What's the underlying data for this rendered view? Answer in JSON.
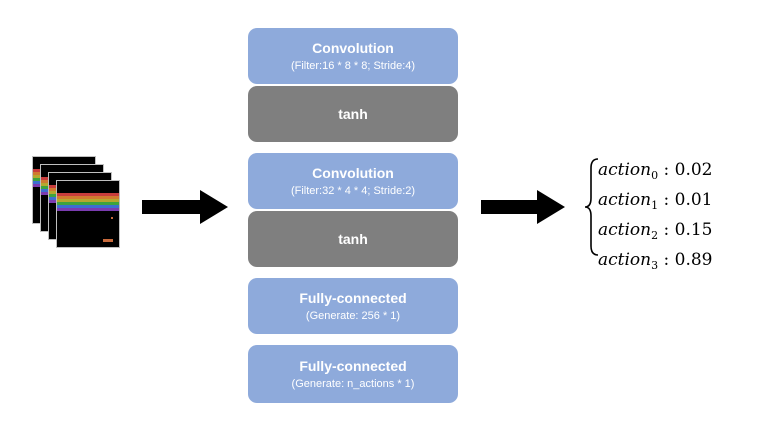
{
  "layers": [
    {
      "title": "Convolution",
      "sub": "(Filter:16 * 8 * 8; Stride:4)",
      "color": "#8eaadb"
    },
    {
      "title": "tanh",
      "sub": "",
      "color": "#7f7f7f"
    },
    {
      "title": "Convolution",
      "sub": "(Filter:32 * 4 * 4; Stride:2)",
      "color": "#8eaadb"
    },
    {
      "title": "tanh",
      "sub": "",
      "color": "#7f7f7f"
    },
    {
      "title": "Fully-connected",
      "sub": "(Generate: 256 * 1)",
      "color": "#8eaadb"
    },
    {
      "title": "Fully-connected",
      "sub": "(Generate: n_actions * 1)",
      "color": "#8eaadb"
    }
  ],
  "outputs": [
    {
      "name": "action",
      "sub": "0",
      "value": ": 0.02"
    },
    {
      "name": "action",
      "sub": "1",
      "value": ": 0.01"
    },
    {
      "name": "action",
      "sub": "2",
      "value": ": 0.15"
    },
    {
      "name": "action",
      "sub": "3",
      "value": ": 0.89"
    }
  ],
  "input_frames": {
    "count": 4,
    "content": "game-screen-frames"
  }
}
